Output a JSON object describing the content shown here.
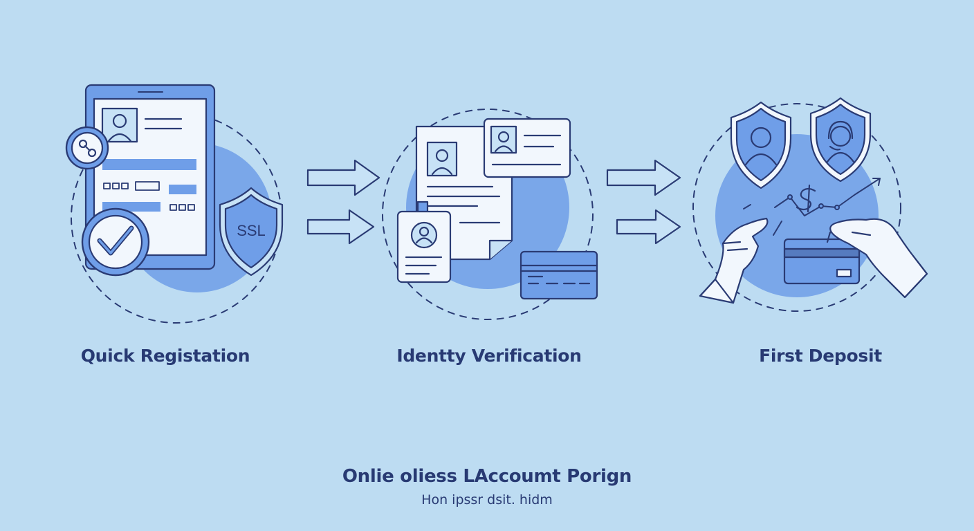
{
  "colors": {
    "background": "#bddcf2",
    "line": "#2a3b74",
    "accent": "#6f9ee8",
    "panel": "#f2f7fd",
    "arrow_fill": "#c7e2f6"
  },
  "steps": [
    {
      "label": "Quick Registation",
      "icons": [
        "tablet-form-icon",
        "link-badge-icon",
        "checkmark-badge-icon",
        "ssl-shield-icon"
      ],
      "shield_text": "SSL"
    },
    {
      "label": "Identty Verification",
      "icons": [
        "document-icon",
        "id-card-icon",
        "id-badge-icon",
        "credit-card-icon"
      ]
    },
    {
      "label": "First Deposit",
      "icons": [
        "security-shield-icon",
        "support-shield-icon",
        "hand-icon",
        "credit-card-icon",
        "dollar-icon"
      ]
    }
  ],
  "connectors": [
    "double-arrow-icon",
    "double-arrow-icon"
  ],
  "footer": {
    "title": "Onlie oliess LAccoumt Porign",
    "subtitle": "Hon ipssr dsit. hidm"
  }
}
